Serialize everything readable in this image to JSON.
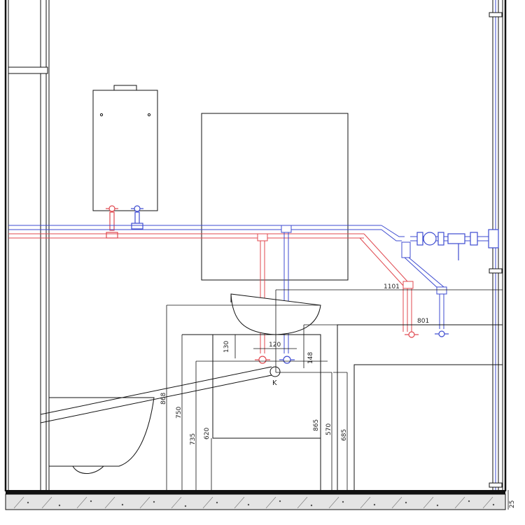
{
  "colors": {
    "hot": "#e0484f",
    "cold": "#3d4bd0",
    "line": "#111111",
    "floor_fill": "#d9d9d9"
  },
  "labels": {
    "drain": "K"
  },
  "dimensions": {
    "d1101": "1101",
    "d801": "801",
    "d130": "130",
    "d120": "120",
    "d148": "148",
    "d868": "868",
    "d750": "750",
    "d735": "735",
    "d620": "620",
    "d865": "865",
    "d570": "570",
    "d685": "685",
    "d25": "25"
  }
}
